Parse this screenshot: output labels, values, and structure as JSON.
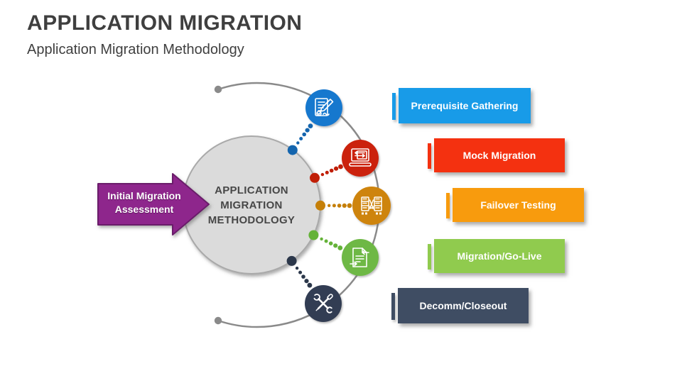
{
  "slide": {
    "title": "APPLICATION MIGRATION",
    "subtitle": "Application Migration Methodology"
  },
  "diagram": {
    "center_label_lines": [
      "APPLICATION",
      "MIGRATION",
      "METHODOLOGY"
    ],
    "arrow": {
      "label_lines": [
        "Initial Migration",
        "Assessment"
      ],
      "color": "#8E288C",
      "border_color": "#6B1F6B"
    },
    "arc_color": "#8A8A8A",
    "circle_fill": "#DBDBDB",
    "circle_border": "#A9A9A9",
    "steps": [
      {
        "label": "Prerequisite Gathering",
        "box_color": "#189BE8",
        "icon_color": "#1878CE",
        "dot_color": "#1465AE",
        "icon": "document-pen-icon"
      },
      {
        "label": "Mock Migration",
        "box_color": "#F43110",
        "icon_color": "#CB2007",
        "dot_color": "#C01E06",
        "icon": "laptop-transfer-icon"
      },
      {
        "label": "Failover Testing",
        "box_color": "#F89B0D",
        "icon_color": "#CE8408",
        "dot_color": "#C57F08",
        "icon": "server-failover-icon"
      },
      {
        "label": "Migration/Go-Live",
        "box_color": "#90CB4E",
        "icon_color": "#6EB844",
        "dot_color": "#64B238",
        "icon": "document-arrows-icon"
      },
      {
        "label": "Decomm/Closeout",
        "box_color": "#3F4D63",
        "icon_color": "#313D52",
        "dot_color": "#2B374A",
        "icon": "wrench-screwdriver-icon"
      }
    ]
  }
}
